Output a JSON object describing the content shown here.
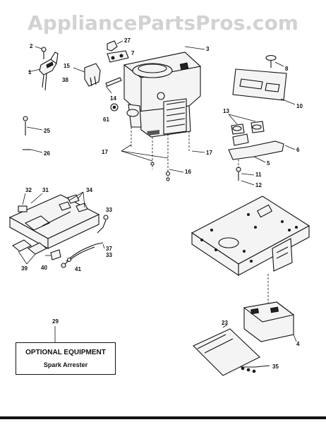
{
  "watermark": "AppliancePartsPros.com",
  "optional_equipment": {
    "title": "OPTIONAL EQUIPMENT",
    "item": "Spark Arrester"
  },
  "callouts": [
    "1",
    "2",
    "3",
    "4",
    "5",
    "6",
    "7",
    "8",
    "10",
    "11",
    "12",
    "13",
    "14",
    "15",
    "16",
    "17",
    "17",
    "23",
    "25",
    "26",
    "27",
    "29",
    "31",
    "32",
    "33",
    "33",
    "34",
    "35",
    "37",
    "38",
    "39",
    "40",
    "41",
    "61"
  ]
}
